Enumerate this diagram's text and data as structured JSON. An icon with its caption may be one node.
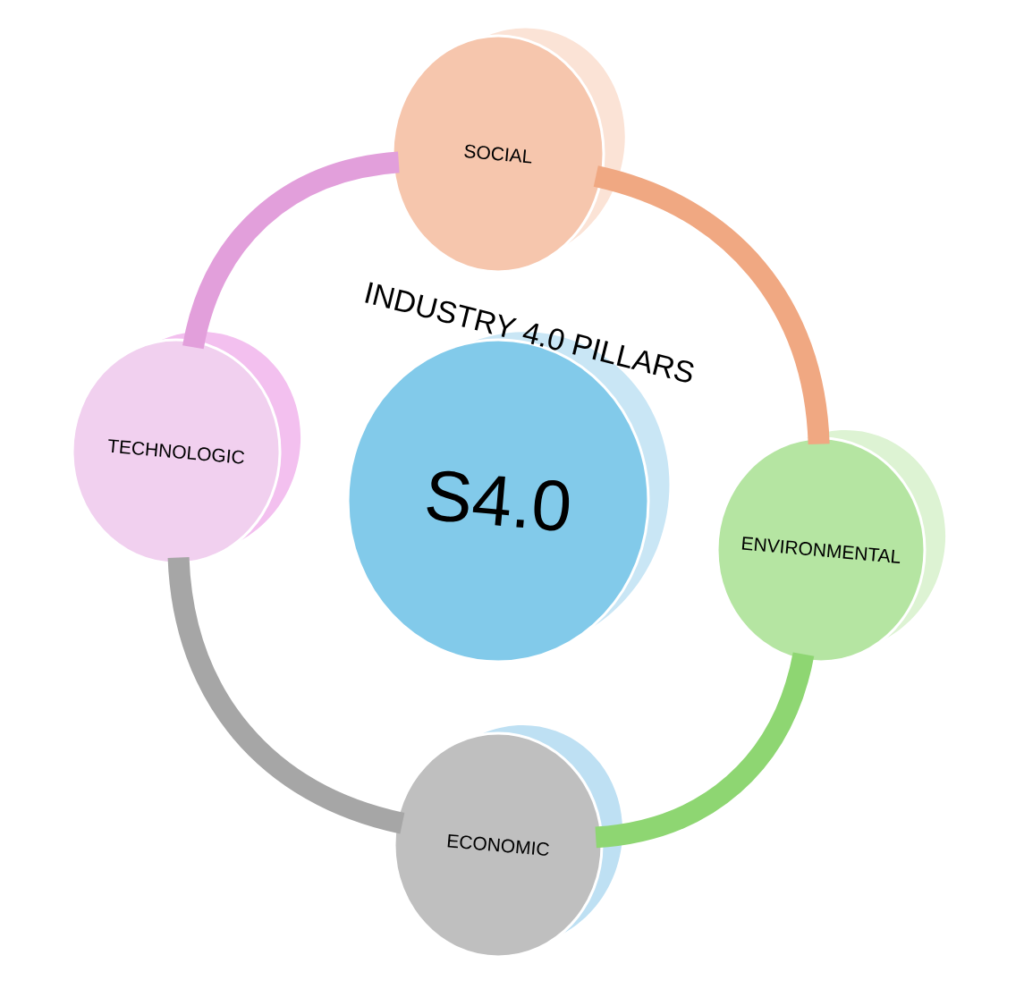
{
  "diagram": {
    "title": "INDUSTRY 4.0 PILLARS",
    "nodes": [
      {
        "text": [
          "S4.0"
        ]
      },
      {
        "text": [
          "SOCIAL"
        ]
      },
      {
        "text": [
          "ENVIRONMENTAL"
        ]
      },
      {
        "text": [
          "ECONOMIC"
        ]
      },
      {
        "text": [
          "TECHNOLOGIC"
        ]
      }
    ],
    "edges": [
      {
        "from": 1,
        "to": 2,
        "arrow": "none",
        "color": "#f0a882"
      },
      {
        "from": 2,
        "to": 3,
        "arrow": "none",
        "color": "#8ed672"
      },
      {
        "from": 3,
        "to": 4,
        "arrow": "none",
        "color": "#a6a6a6"
      },
      {
        "from": 4,
        "to": 1,
        "arrow": "none",
        "color": "#e29fdb"
      }
    ]
  }
}
